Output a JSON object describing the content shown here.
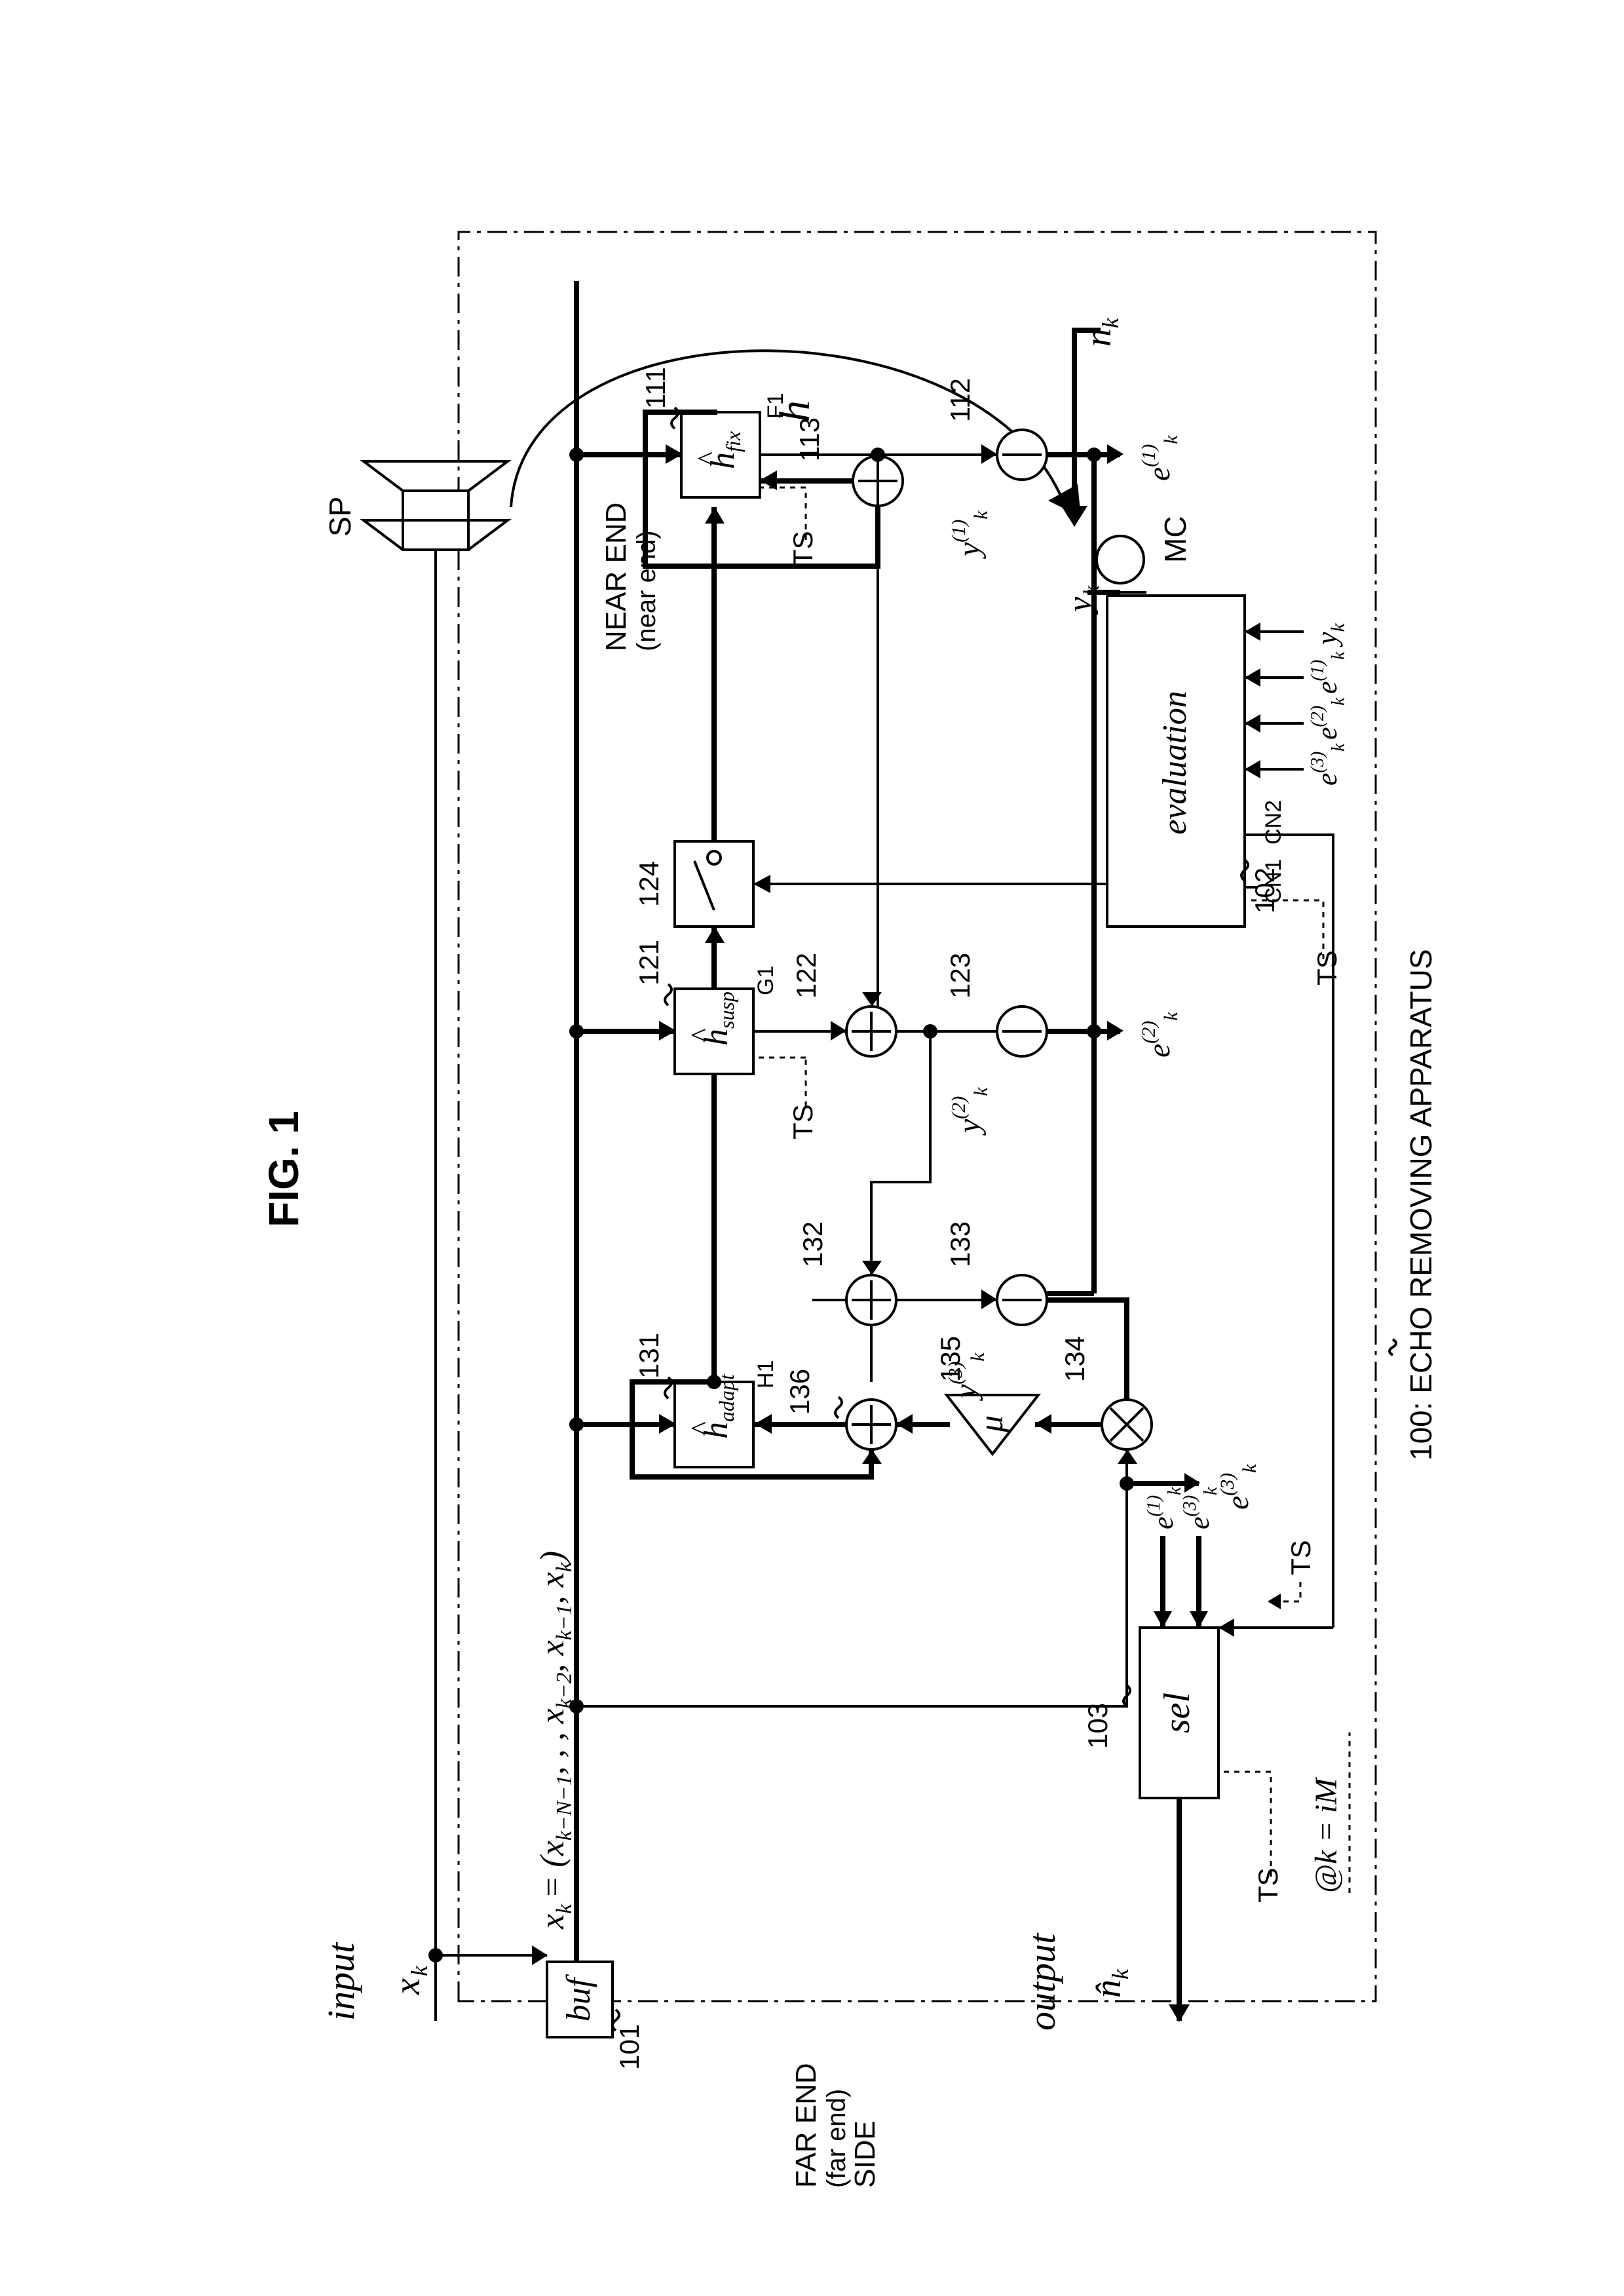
{
  "figure": {
    "title": "FIG. 1"
  },
  "apparatus": {
    "label": "100: ECHO REMOVING APPARATUS"
  },
  "sides": {
    "near_end_1": "NEAR END",
    "near_end_2": "(near end)",
    "far_end_1": "FAR END",
    "far_end_2": "(far end)",
    "far_end_3": "SIDE"
  },
  "io": {
    "input_word": "input",
    "input_signal": "x",
    "input_sub": "k",
    "output_word": "output",
    "output_signal": "n̂",
    "output_sub": "k"
  },
  "devices": {
    "speaker": "SP",
    "mic": "MC",
    "path": "h",
    "noise": "n",
    "noise_sub": "k",
    "mic_signal": "y",
    "mic_sub": "k"
  },
  "vector": {
    "text": "x_k = (x_{k−N−1}, , , x_{k−2}, x_{k−1}, x_k)",
    "lhs": "x",
    "lhs_sub": "k",
    "eq": "= (x",
    "s1": "k−N−1",
    "m1": ", , , x",
    "s2": "k−2",
    "m2": ", x",
    "s3": "k−1",
    "m3": ", x",
    "s4": "k",
    "end": ")"
  },
  "blocks": {
    "buf": "buf",
    "buf_ref": "101",
    "evaluation": "evaluation",
    "evaluation_ref": "102",
    "sel": "sel",
    "sel_ref": "103",
    "hfix": "h",
    "hfix_sub": "fix",
    "hfix_ref": "111",
    "hfix_out": "F1",
    "hsusp": "h",
    "hsusp_sub": "susp",
    "hsusp_ref": "121",
    "hsusp_out": "G1",
    "hadapt": "h",
    "hadapt_sub": "adapt",
    "hadapt_ref": "131",
    "hadapt_out": "H1",
    "switch_ref": "124",
    "mu": "μ",
    "mu_ref": "135"
  },
  "nodes": {
    "sub112": "112",
    "add113": "113",
    "add122": "122",
    "sub123": "123",
    "add132": "132",
    "sub133": "133",
    "mul134": "134",
    "add136": "136"
  },
  "signals": {
    "y": "y",
    "e": "e",
    "k": "k",
    "i1": "(1)",
    "i2": "(2)",
    "i3": "(3)",
    "hat": "^"
  },
  "control": {
    "cn1": "CN1",
    "cn2": "CN2",
    "ts": "TS",
    "timing": "@k = iM"
  }
}
